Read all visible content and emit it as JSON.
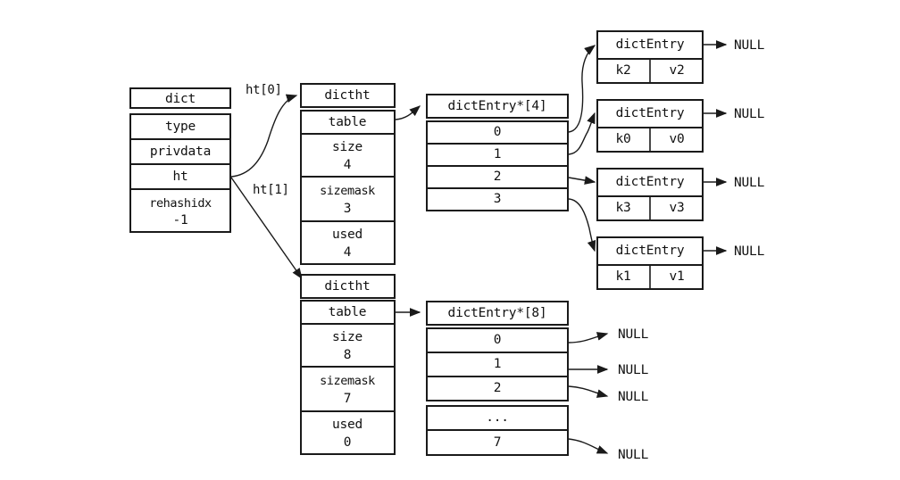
{
  "diagram": {
    "title": "Redis dict structure with two hash tables",
    "background": "#ffffff",
    "stroke": "#1a1a1a"
  },
  "dict_struct": {
    "header": "dict",
    "fields": [
      {
        "label": "type",
        "value": ""
      },
      {
        "label": "privdata",
        "value": ""
      },
      {
        "label": "ht",
        "value": ""
      },
      {
        "label": "rehashidx",
        "value": "-1"
      }
    ]
  },
  "edge_labels": {
    "ht0": "ht[0]",
    "ht1": "ht[1]"
  },
  "hashtables": [
    {
      "header": "dictht",
      "table_label": "table",
      "size_label": "size",
      "size_value": "4",
      "sizemask_label": "sizemask",
      "sizemask_value": "3",
      "used_label": "used",
      "used_value": "4"
    },
    {
      "header": "dictht",
      "table_label": "table",
      "size_label": "size",
      "size_value": "8",
      "sizemask_label": "sizemask",
      "sizemask_value": "7",
      "used_label": "used",
      "used_value": "0"
    }
  ],
  "bucket_arrays": [
    {
      "header": "dictEntry*[4]",
      "rows": [
        "0",
        "1",
        "2",
        "3"
      ]
    },
    {
      "header": "dictEntry*[8]",
      "rows": [
        "0",
        "1",
        "2",
        "...",
        "7"
      ]
    }
  ],
  "entries": [
    {
      "header": "dictEntry",
      "key": "k2",
      "value": "v2",
      "next": "NULL"
    },
    {
      "header": "dictEntry",
      "key": "k0",
      "value": "v0",
      "next": "NULL"
    },
    {
      "header": "dictEntry",
      "key": "k3",
      "value": "v3",
      "next": "NULL"
    },
    {
      "header": "dictEntry",
      "key": "k1",
      "value": "v1",
      "next": "NULL"
    }
  ],
  "empty_bucket_nulls": [
    "NULL",
    "NULL",
    "NULL",
    "NULL"
  ]
}
